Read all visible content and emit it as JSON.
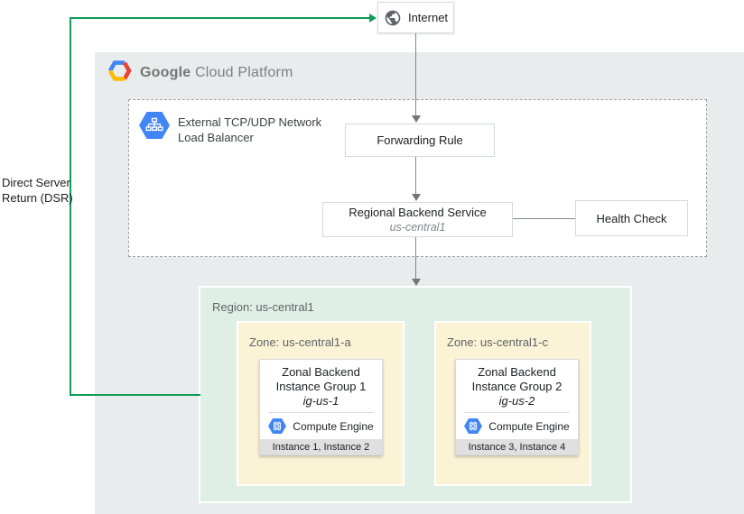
{
  "colors": {
    "platform_bg": "#e8eced",
    "region_bg": "#e0efe6",
    "zone_bg": "#fbf3d6",
    "green_path": "#0f9d58",
    "hexagon_blue": "#4285f4",
    "connector_gray": "#757575"
  },
  "dsr": {
    "line1": "Direct Server",
    "line2": "Return (DSR)"
  },
  "internet": {
    "label": "Internet"
  },
  "gcp": {
    "logo_google": "Google",
    "logo_rest": "Cloud Platform"
  },
  "load_balancer": {
    "label_line1": "External TCP/UDP Network",
    "label_line2": "Load Balancer"
  },
  "forwarding_rule": {
    "label": "Forwarding Rule"
  },
  "backend_service": {
    "title": "Regional Backend Service",
    "subtitle": "us-central1"
  },
  "health_check": {
    "label": "Health Check"
  },
  "region": {
    "label": "Region: us-central1"
  },
  "zones": [
    {
      "label": "Zone: us-central1-a",
      "card": {
        "line1": "Zonal Backend",
        "line2": "Instance Group 1",
        "line3": "ig-us-1",
        "engine": "Compute Engine",
        "instances": "Instance 1, Instance 2"
      }
    },
    {
      "label": "Zone: us-central1-c",
      "card": {
        "line1": "Zonal Backend",
        "line2": "Instance Group 2",
        "line3": "ig-us-2",
        "engine": "Compute Engine",
        "instances": "Instance 3, Instance 4"
      }
    }
  ]
}
